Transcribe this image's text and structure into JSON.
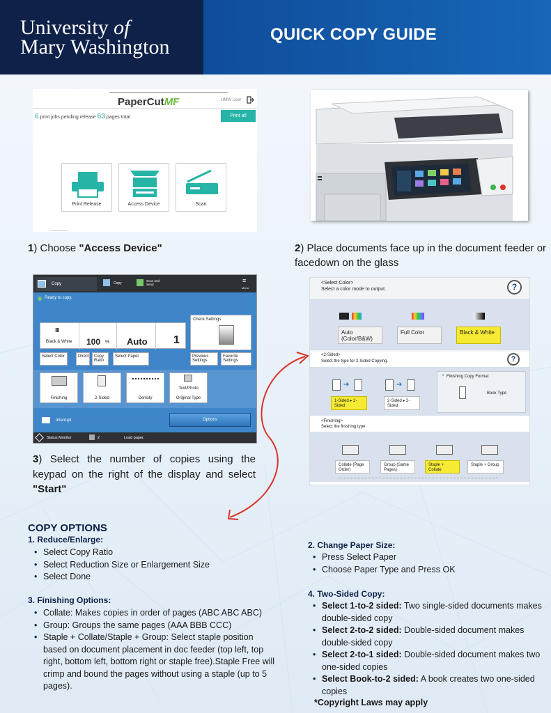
{
  "header": {
    "logo_line1_a": "University",
    "logo_line1_b": "of",
    "logo_line2": "Mary Washington",
    "title": "QUICK COPY GUIDE"
  },
  "papercut": {
    "logo_a": "PaperCut",
    "logo_b": "MF",
    "user": "UMW User",
    "pending_count": "6",
    "pending_text": "print jobs pending release",
    "pages_count": "63",
    "pages_text": "pages total",
    "print_all": "Print all",
    "tiles": [
      "Print Release",
      "Access Device",
      "Scan"
    ]
  },
  "steps": {
    "s1_num": "1",
    "s1_text": ") Choose ",
    "s1_bold": "\"Access Device\"",
    "s2_num": "2",
    "s2_text": ") Place documents face up in the document feeder or facedown on the glass",
    "s3_num": "3",
    "s3_text": ") Select the number of copies using the keypad on the right of the display and select ",
    "s3_bold": "\"Start\""
  },
  "copy_screen": {
    "tab_copy": "Copy",
    "tab_copy2": "Copy",
    "tab_scan": "Scan and Send",
    "menu": "Menu",
    "ready": "Ready to copy.",
    "check_settings": "Check Settings",
    "color_mode": "Black & White",
    "ratio": "100",
    "ratio_unit": "%",
    "paper": "Auto",
    "copies": "1",
    "btn_select_color": "Select Color",
    "btn_direct": "Direct",
    "btn_copy_ratio": "Copy Ratio",
    "btn_select_paper": "Select Paper",
    "btn_previous": "Previous Settings",
    "btn_favorite": "Favorite Settings",
    "func": [
      "Finishing",
      "2-Sided",
      "Density",
      "Original Type"
    ],
    "text_photo": "Text/Photo",
    "interrupt": "Interrupt",
    "options": "Options",
    "status_monitor": "Status Monitor",
    "status_count": "2",
    "load_paper": "Load paper."
  },
  "options_screen": {
    "color_head": "<Select Color>",
    "color_sub": "Select a color mode to output.",
    "color_opts": [
      "Auto (Color/B&W)",
      "Full Color",
      "Black & White"
    ],
    "sided_head": "<2-Sided>",
    "sided_sub": "Select the type for 2-Sided Copying.",
    "sided_opts": [
      "1-Sided ▸ 2-Sided",
      "2-Sided ▸ 2-Sided"
    ],
    "finishing_format": "Finishing Copy Format",
    "book_type": "Book Type",
    "fin_head": "<Finishing>",
    "fin_sub": "Select the finishing type.",
    "fin_opts": [
      "Collate (Page Order)",
      "Group (Same Pages)",
      "Staple + Collate",
      "Staple + Group"
    ]
  },
  "copy_options": {
    "heading": "COPY OPTIONS",
    "sec1_title": "1. Reduce/Enlarge:",
    "sec1_items": [
      "Select Copy Ratio",
      "Select Reduction Size  or Enlargement Size",
      "Select Done"
    ],
    "sec3_title": "3. Finishing Options:",
    "sec3_items": [
      "Collate: Makes copies in order of pages (ABC ABC ABC)",
      "Group: Groups the same pages (AAA BBB CCC)",
      "Staple + Collate/Staple + Group: Select staple position based on document placement in doc feeder (top left, top right, bottom left, bottom right or staple free).Staple Free will crimp and bound the pages without using a staple (up to 5 pages)."
    ],
    "sec2_title": "2. Change Paper Size:",
    "sec2_items": [
      "Press Select Paper",
      "Choose Paper Type and Press OK"
    ],
    "sec4_title": "4. Two-Sided Copy:",
    "sec4_items": [
      {
        "bold": "Select 1-to-2 sided:",
        "text": " Two single-sided documents makes double-sided copy"
      },
      {
        "bold": "Select 2-to-2 sided:",
        "text": " Double-sided document makes double-sided copy"
      },
      {
        "bold": "Select 2-to-1 sided:",
        "text": " Double-sided document makes two one-sided copies"
      },
      {
        "bold": "Select Book-to-2 sided:",
        "text": " A book creates two one-sided copies"
      }
    ],
    "copyright": "*Copyright Laws may apply"
  },
  "colors": {
    "navy": "#0e2148",
    "blue": "#1766b7",
    "teal": "#26b4a7",
    "yellow": "#f6ea33",
    "red_arrow": "#d9342b"
  }
}
